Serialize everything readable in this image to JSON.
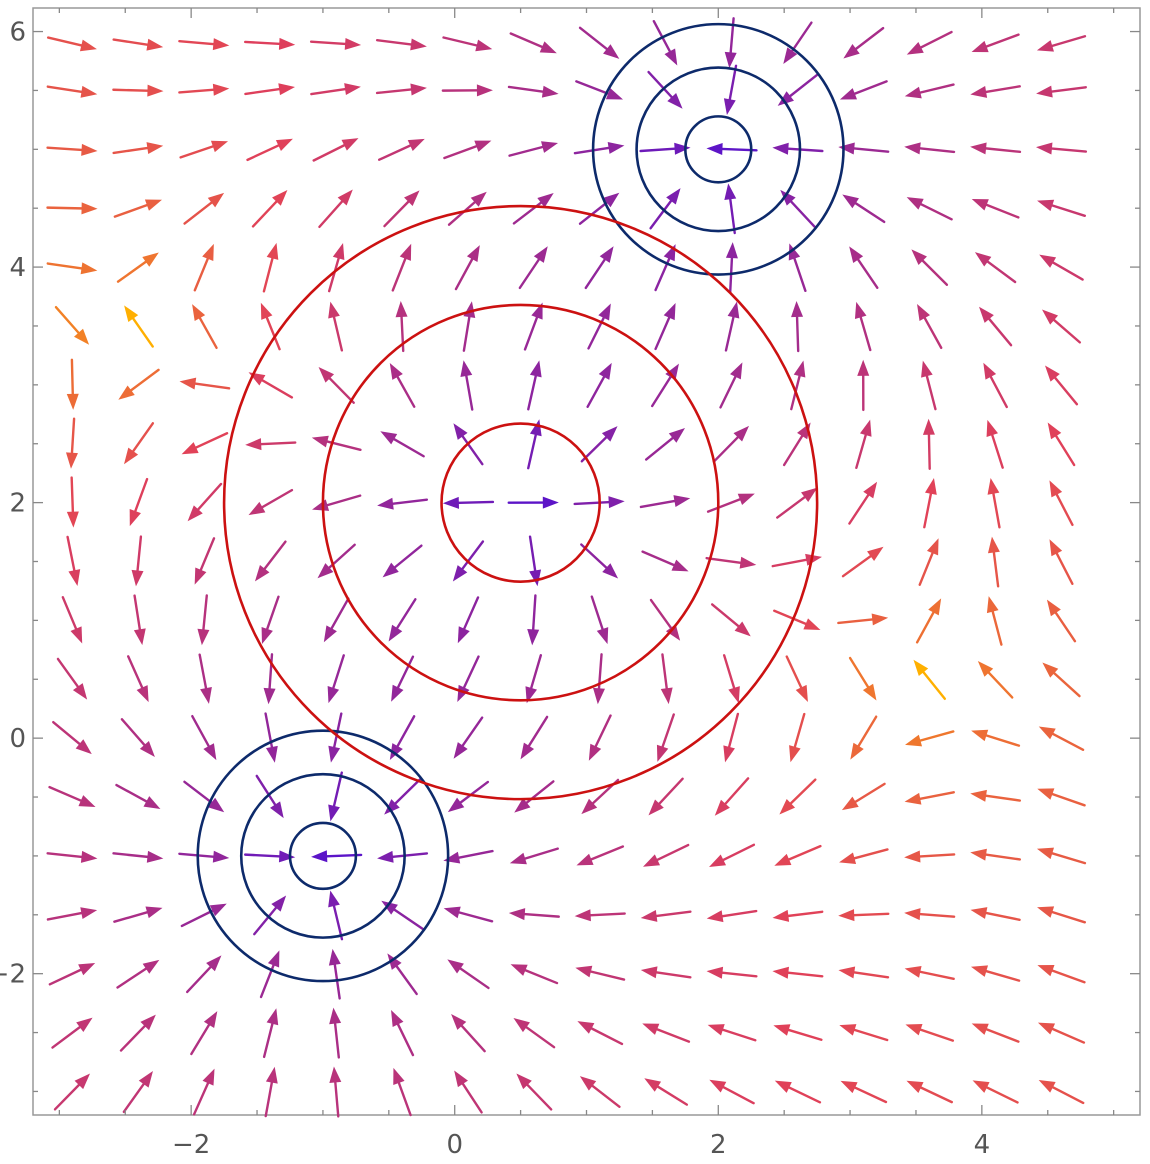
{
  "chart_data": {
    "type": "vector_field",
    "title": "",
    "xlabel": "",
    "ylabel": "",
    "xlim": [
      -3.2,
      5.2
    ],
    "ylim": [
      -3.2,
      6.2
    ],
    "x_ticks": [
      -2,
      0,
      2,
      4
    ],
    "y_ticks": [
      -2,
      0,
      2,
      4,
      6
    ],
    "x_tick_labels": [
      "−2",
      "0",
      "2",
      "4"
    ],
    "y_tick_labels": [
      "−2",
      "0",
      "2",
      "4",
      "6"
    ],
    "grid": false,
    "legend": "none",
    "field": {
      "sinks": [
        {
          "x": -1,
          "y": -1,
          "strength": 1
        },
        {
          "x": 2,
          "y": 5,
          "strength": 1
        }
      ],
      "source": {
        "x": 0.5,
        "y": 2,
        "strength": 1
      },
      "sample_x": [
        -2.9,
        -2.4,
        -1.9,
        -1.4,
        -0.9,
        -0.4,
        0.1,
        0.6,
        1.1,
        1.6,
        2.1,
        2.6,
        3.1,
        3.6,
        4.1,
        4.6
      ],
      "sample_y": [
        -3.0,
        -2.5,
        -2.0,
        -1.5,
        -1.0,
        -0.5,
        0.0,
        0.5,
        1.0,
        1.5,
        2.0,
        2.5,
        3.0,
        3.5,
        4.0,
        4.5,
        5.0,
        5.5,
        5.9
      ],
      "color_low": "#5b14c8",
      "color_mid": "#e0405a",
      "color_high": "#ffb000"
    },
    "contours": [
      {
        "group": "sink-1",
        "cx": -1,
        "cy": -1,
        "radii": [
          0.25,
          0.62,
          0.95
        ],
        "color": "#0d2a6b"
      },
      {
        "group": "sink-2",
        "cx": 2,
        "cy": 5,
        "radii": [
          0.25,
          0.62,
          0.95
        ],
        "color": "#0d2a6b"
      },
      {
        "group": "source",
        "cx": 0.5,
        "cy": 2,
        "radii": [
          0.6,
          1.5,
          2.25
        ],
        "color": "#cc1111"
      }
    ]
  }
}
